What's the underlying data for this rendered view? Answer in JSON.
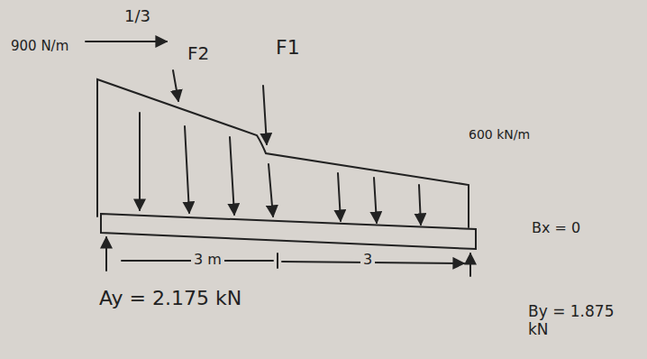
{
  "diagram": {
    "labels": [
      "900 N/m",
      "1/3",
      "F2",
      "F1",
      "600 kN/m",
      "Bx = 0",
      "Ay = 2.175 kN",
      "By = 1.875 kN",
      "3 m",
      "3"
    ]
  }
}
